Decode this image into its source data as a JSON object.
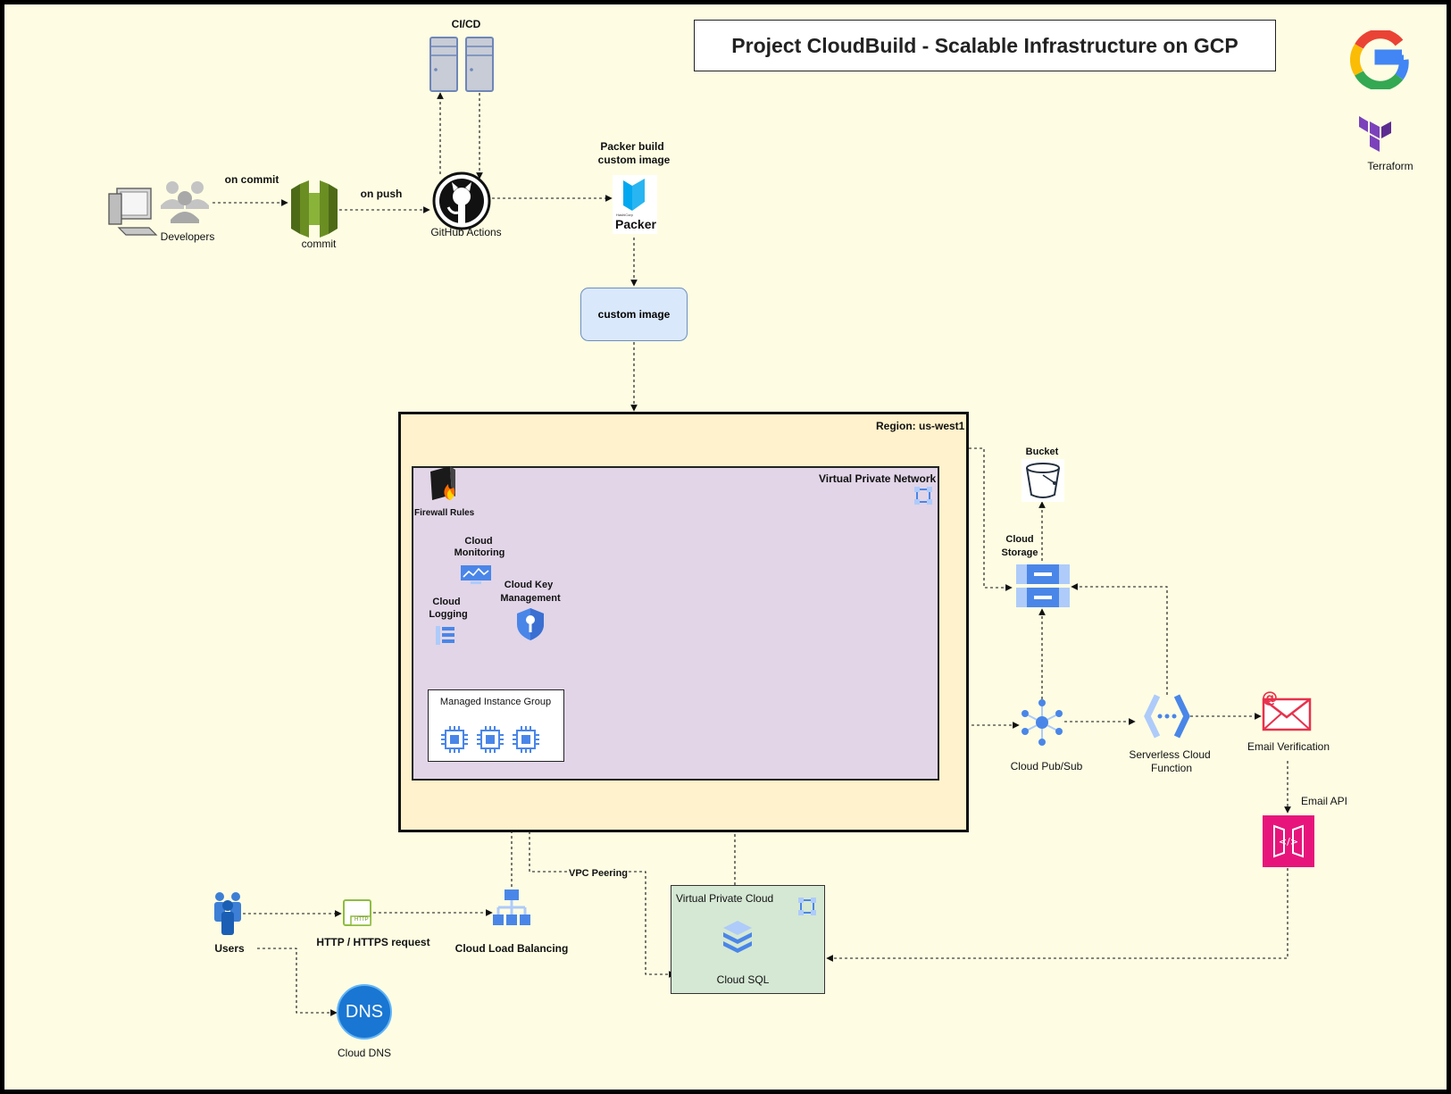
{
  "title": "Project CloudBuild - Scalable Infrastructure on GCP",
  "labels": {
    "cicd": "CI/CD",
    "developers": "Developers",
    "on_commit": "on commit",
    "commit": "commit",
    "on_push": "on push",
    "github_actions": "GitHub Actions",
    "packer_build": "Packer build",
    "custom_image_line2": "custom image",
    "packer_logo_small": "HashiCorp",
    "packer_logo": "Packer",
    "custom_image": "custom image",
    "terraform": "Terraform",
    "region": "Region: us-west1",
    "vpn": "Virtual Private Network",
    "firewall": "Firewall Rules",
    "monitoring_1": "Cloud",
    "monitoring_2": "Monitoring",
    "kms_1": "Cloud Key",
    "kms_2": "Management",
    "logging_1": "Cloud",
    "logging_2": "Logging",
    "mig": "Managed Instance Group",
    "bucket": "Bucket",
    "storage_1": "Cloud",
    "storage_2": "Storage",
    "pubsub": "Cloud Pub/Sub",
    "function_1": "Serverless Cloud",
    "function_2": "Function",
    "email_verification": "Email Verification",
    "email_api": "Email API",
    "vpc_peering": "VPC Peering",
    "vpc": "Virtual Private Cloud",
    "cloud_sql": "Cloud SQL",
    "users": "Users",
    "http_request": "HTTP / HTTPS request",
    "http_badge": "HTTP",
    "load_balancing": "Cloud Load Balancing",
    "dns_badge": "DNS",
    "cloud_dns": "Cloud DNS"
  },
  "colors": {
    "canvas": "#fefde3",
    "region_fill": "#fff2cc",
    "vpn_fill": "#e1d5e7",
    "vpc_fill": "#d5e8d4",
    "custom_image_fill": "#dae8fc",
    "gcp_blue": "#4a86e8",
    "gcp_light_blue": "#aecbfa",
    "commit_green": "#6b8e23",
    "email_red": "#e8314c",
    "api_pink": "#e7157b",
    "dns_blue": "#1976d2",
    "terraform_purple": "#7b42bc"
  },
  "icons": [
    "server-icon",
    "computer-icon",
    "users-icon",
    "codecommit-icon",
    "github-icon",
    "packer-icon",
    "google-logo-icon",
    "terraform-icon",
    "firewall-icon",
    "monitoring-icon",
    "kms-icon",
    "logging-icon",
    "compute-chip-icon",
    "bucket-icon",
    "storage-icon",
    "pubsub-icon",
    "function-icon",
    "email-icon",
    "api-gateway-icon",
    "vpc-icon",
    "sql-icon",
    "http-icon",
    "load-balancer-icon",
    "dns-icon"
  ]
}
